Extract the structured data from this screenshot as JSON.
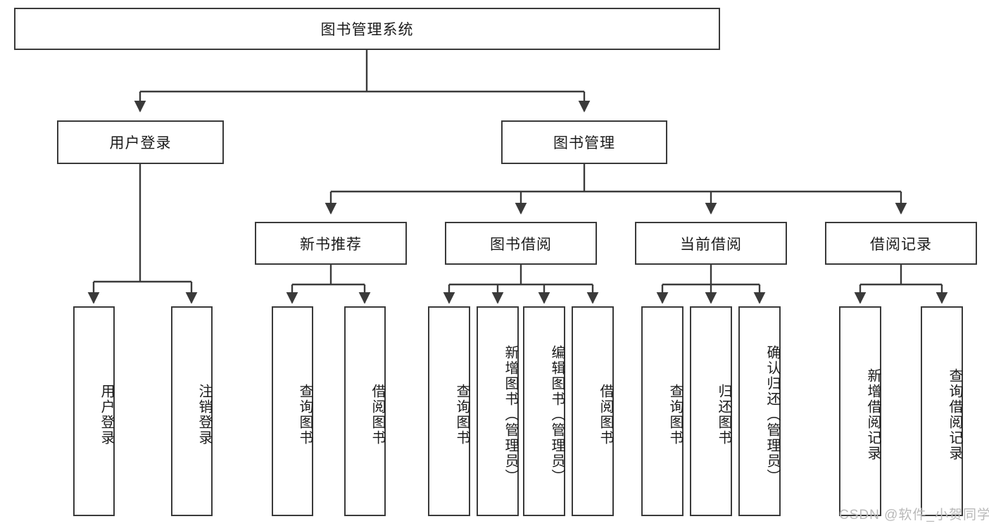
{
  "diagram": {
    "type": "tree-hierarchy-flowchart",
    "title": "图书管理系统",
    "watermark": "CSDN @软件_小贺同学",
    "colors": {
      "box_border": "#3a3a3a",
      "box_fill": "#ffffff",
      "connector": "#3a3a3a",
      "text": "#1b1b1b",
      "watermark": "#b9b9b9"
    },
    "nodes": {
      "root": {
        "label": "图书管理系统"
      },
      "level2": [
        {
          "id": "user-login",
          "label": "用户登录"
        },
        {
          "id": "book-manage",
          "label": "图书管理"
        }
      ],
      "level3": [
        {
          "id": "new-book-recommend",
          "label": "新书推荐"
        },
        {
          "id": "book-borrow",
          "label": "图书借阅"
        },
        {
          "id": "current-borrow",
          "label": "当前借阅"
        },
        {
          "id": "borrow-record",
          "label": "借阅记录"
        }
      ],
      "leaves": {
        "user-login": [
          {
            "id": "leaf-user-login",
            "label": "用户登录"
          },
          {
            "id": "leaf-logout-login",
            "label": "注销登录"
          }
        ],
        "new-book-recommend": [
          {
            "id": "leaf-query-book-1",
            "label": "查询图书"
          },
          {
            "id": "leaf-borrow-book-1",
            "label": "借阅图书"
          }
        ],
        "book-borrow": [
          {
            "id": "leaf-query-book-2",
            "label": "查询图书"
          },
          {
            "id": "leaf-add-book",
            "label": "新增图书（管理员）"
          },
          {
            "id": "leaf-edit-book",
            "label": "编辑图书（管理员）"
          },
          {
            "id": "leaf-borrow-book-2",
            "label": "借阅图书"
          }
        ],
        "current-borrow": [
          {
            "id": "leaf-query-book-3",
            "label": "查询图书"
          },
          {
            "id": "leaf-return-book",
            "label": "归还图书"
          },
          {
            "id": "leaf-confirm-return",
            "label": "确认归还（管理员）"
          }
        ],
        "borrow-record": [
          {
            "id": "leaf-add-record",
            "label": "新增借阅记录"
          },
          {
            "id": "leaf-query-record",
            "label": "查询借阅记录"
          }
        ]
      }
    }
  }
}
